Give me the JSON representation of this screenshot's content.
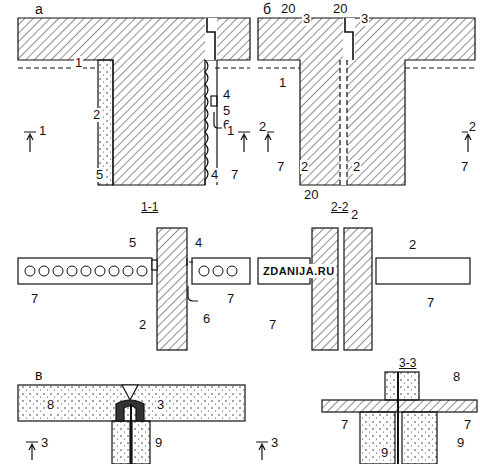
{
  "diagram": {
    "labels": [
      "а",
      "20",
      "3",
      "1",
      "2",
      "4",
      "5",
      "6",
      "1",
      "1",
      "5",
      "4",
      "7",
      "1-1",
      "б",
      "20",
      "3",
      "1",
      "7",
      "7",
      "2",
      "2",
      "20",
      "2",
      "2",
      "2-2",
      "5",
      "4",
      "7",
      "2",
      "6",
      "7",
      "2",
      "2",
      "ZDANIJA.RU",
      "7",
      "7",
      "в",
      "8",
      "3",
      "3",
      "9",
      "3",
      "3-3",
      "8",
      "7",
      "7",
      "9",
      "9"
    ]
  }
}
